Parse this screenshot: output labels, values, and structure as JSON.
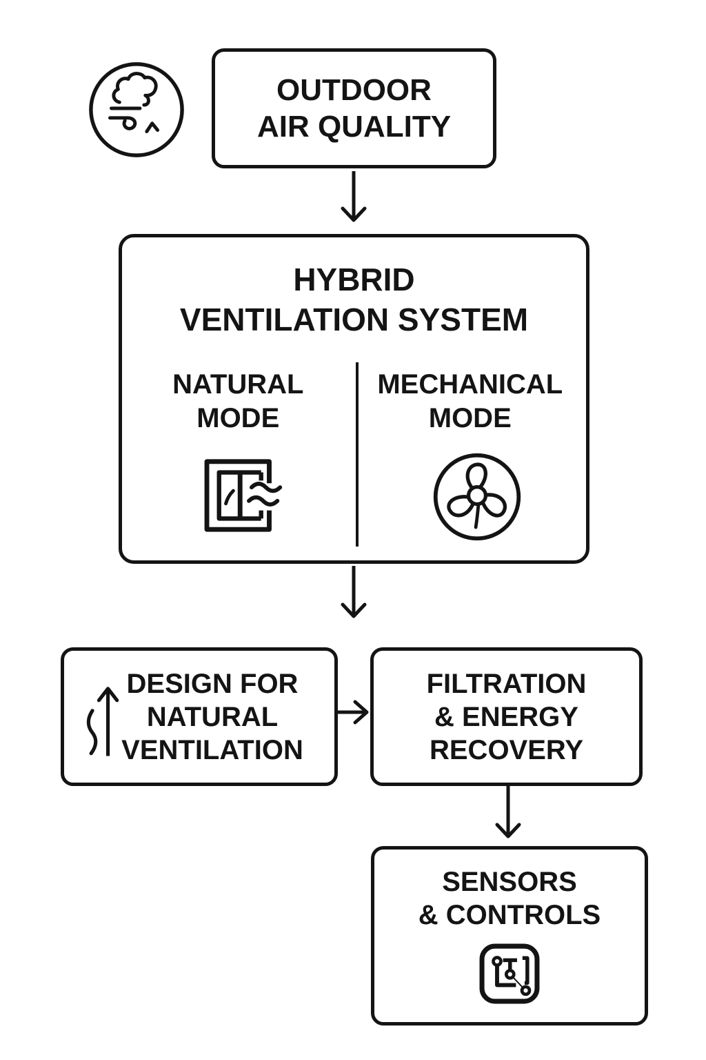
{
  "palette": {
    "ink": "#141414",
    "background": "#ffffff"
  },
  "nodes": {
    "outdoor": {
      "lines": [
        "OUTDOOR",
        "AIR QUALITY"
      ],
      "icon": "wind-cloud-icon"
    },
    "hybrid": {
      "title_lines": [
        "HYBRID",
        "VENTILATION SYSTEM"
      ],
      "natural_mode": {
        "lines": [
          "NATURAL",
          "MODE"
        ],
        "icon": "open-window-icon"
      },
      "mechanical_mode": {
        "lines": [
          "MECHANICAL",
          "MODE"
        ],
        "icon": "fan-icon"
      }
    },
    "design": {
      "lines": [
        "DESIGN FOR",
        "NATURAL",
        "VENTILATION"
      ],
      "icon": "airflow-up-icon"
    },
    "filtration": {
      "lines": [
        "FILTRATION",
        "& ENERGY",
        "RECOVERY"
      ]
    },
    "sensors": {
      "lines": [
        "SENSORS",
        "& CONTROLS"
      ],
      "icon": "circuit-board-icon"
    }
  },
  "connectors": [
    {
      "from": "outdoor",
      "to": "hybrid",
      "direction": "down"
    },
    {
      "from": "hybrid",
      "to": "lower-row",
      "direction": "down"
    },
    {
      "from": "design",
      "to": "filtration",
      "direction": "right"
    },
    {
      "from": "filtration",
      "to": "sensors",
      "direction": "down"
    }
  ]
}
